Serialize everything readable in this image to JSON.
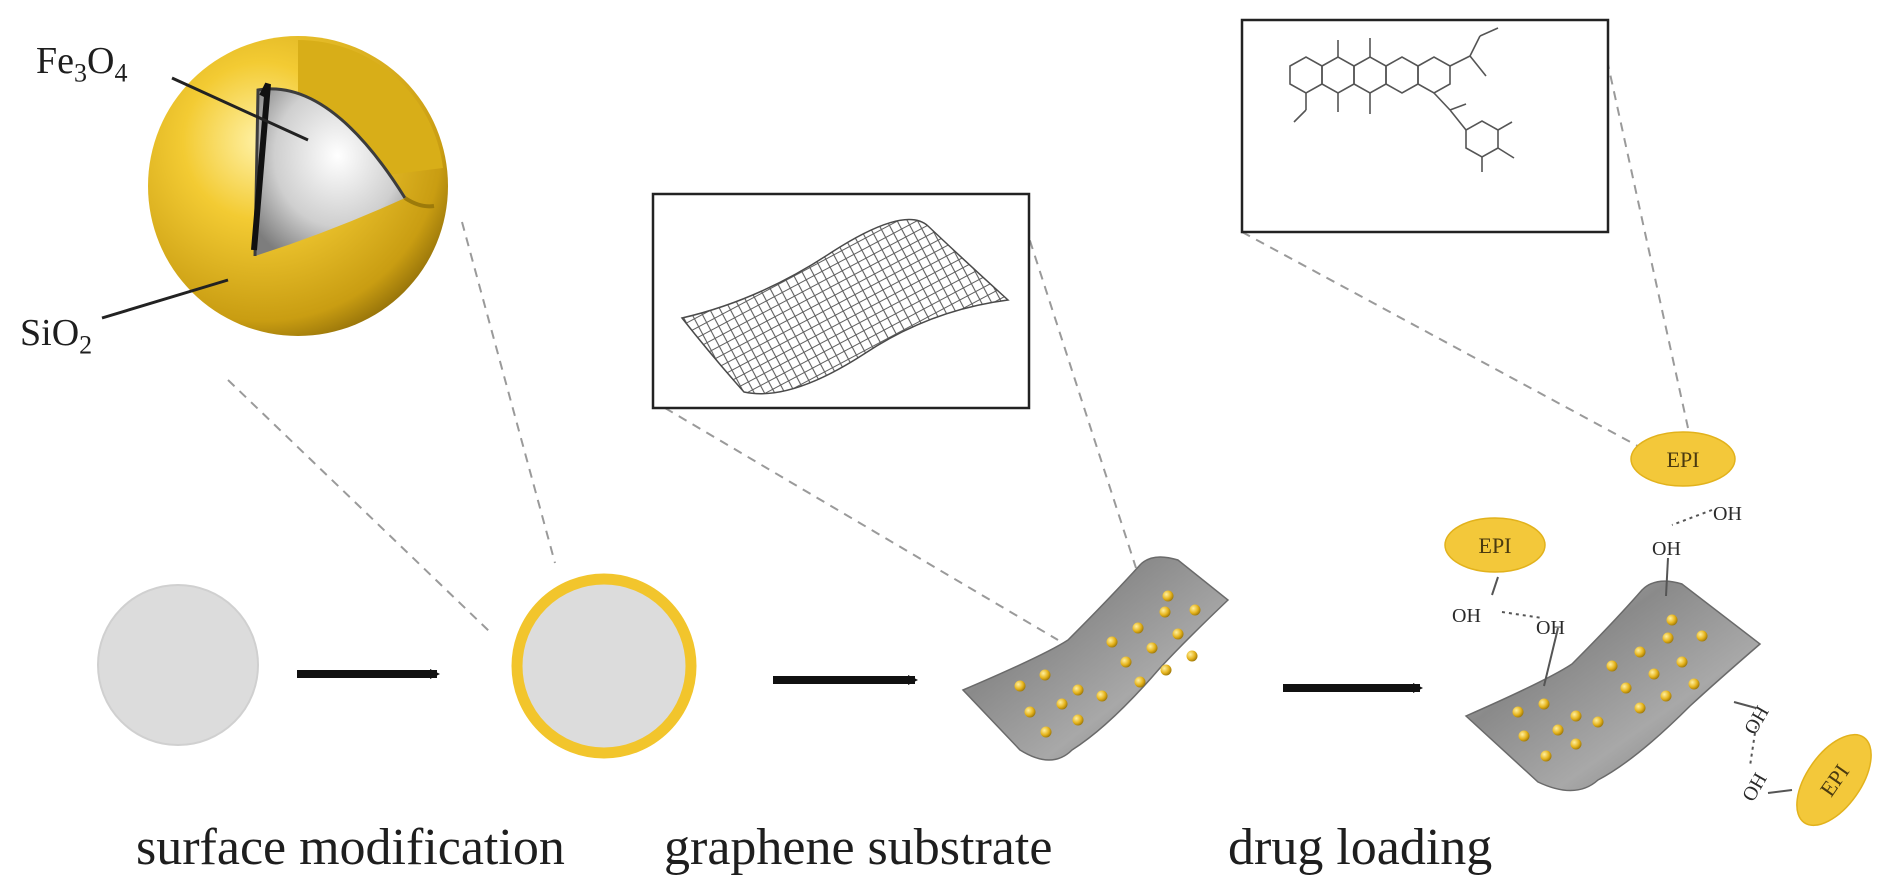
{
  "labels": {
    "core_formula_main": "Fe",
    "core_formula_sub1": "3",
    "core_formula_mid": "O",
    "core_formula_sub2": "4",
    "shell_formula_main": "SiO",
    "shell_formula_sub": "2",
    "step_1": "surface modification",
    "step_2": "graphene substrate",
    "step_3": "drug loading"
  },
  "drug": {
    "name": "EPI",
    "group": "OH"
  },
  "colors": {
    "shell_gold": "#f2c52c",
    "shell_gold_dark": "#b8920f",
    "core_gray": "#dcdcdc",
    "sheet_gray": "#8c8c8c",
    "nanoparticle_dot": "#e8b820",
    "arrow": "#111111",
    "guide_dash": "#9a9a9a"
  }
}
